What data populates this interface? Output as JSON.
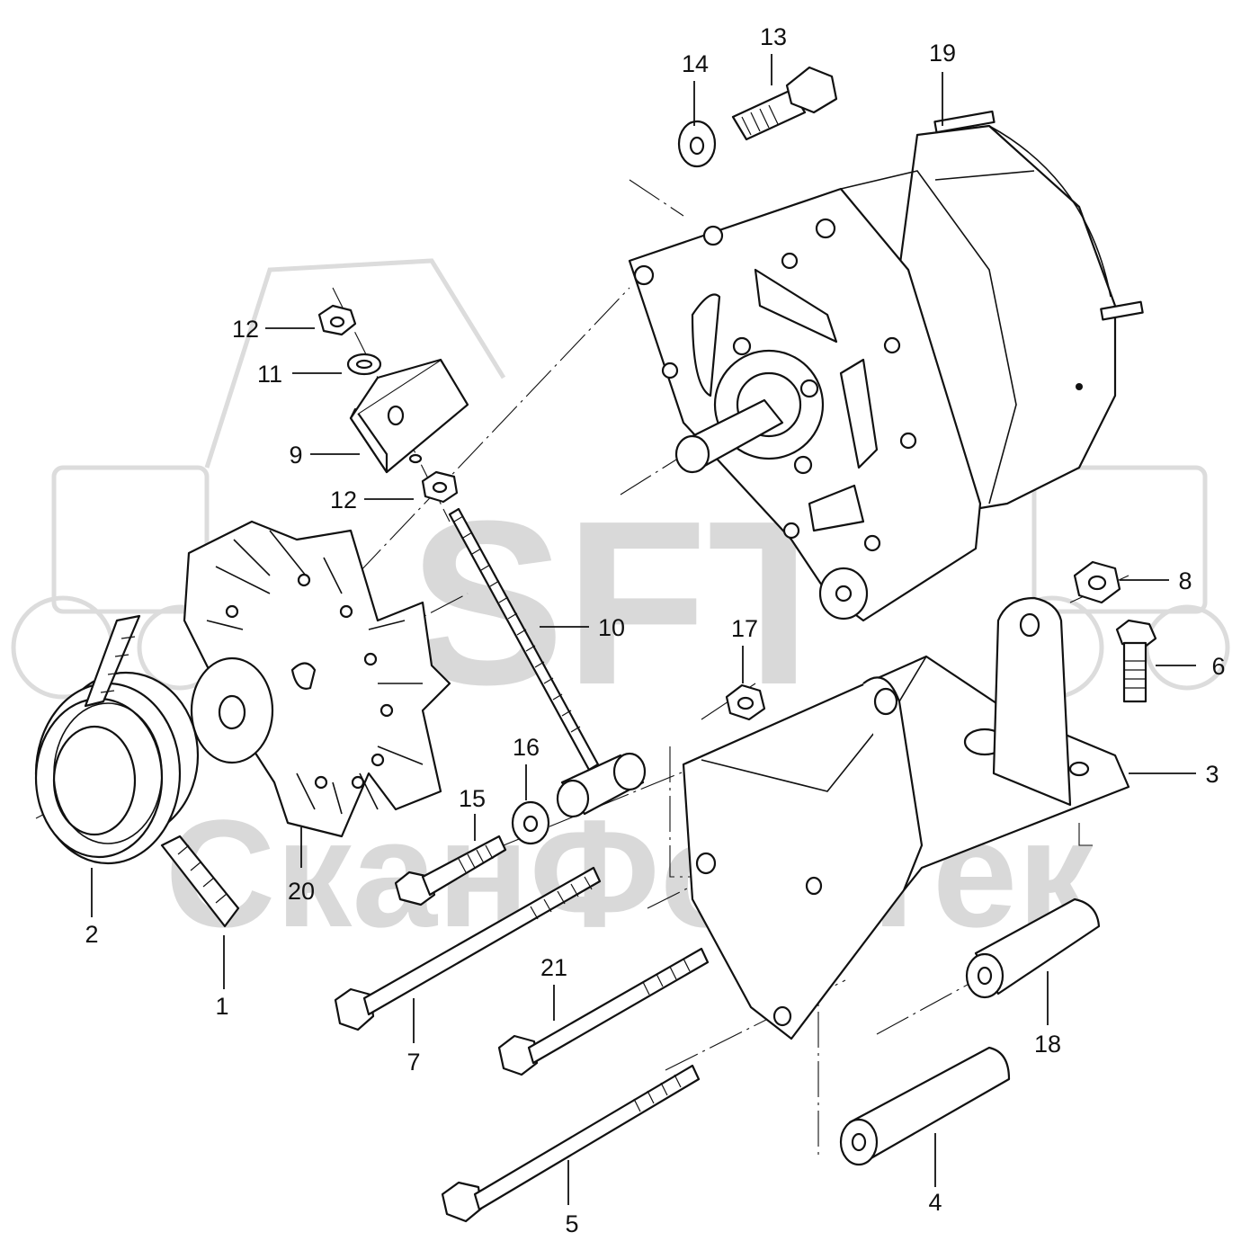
{
  "watermark": {
    "logo_text": "SFT",
    "brand_text": "СканФорТек",
    "color": "#d9d9d9"
  },
  "callouts": {
    "p1": "1",
    "p2": "2",
    "p3": "3",
    "p4": "4",
    "p5": "5",
    "p6": "6",
    "p7": "7",
    "p8": "8",
    "p9": "9",
    "p10": "10",
    "p11": "11",
    "p12a": "12",
    "p12b": "12",
    "p13": "13",
    "p14": "14",
    "p15": "15",
    "p16": "16",
    "p17": "17",
    "p18": "18",
    "p19": "19",
    "p20": "20",
    "p21": "21"
  },
  "colors": {
    "line": "#111111",
    "background": "#ffffff"
  }
}
